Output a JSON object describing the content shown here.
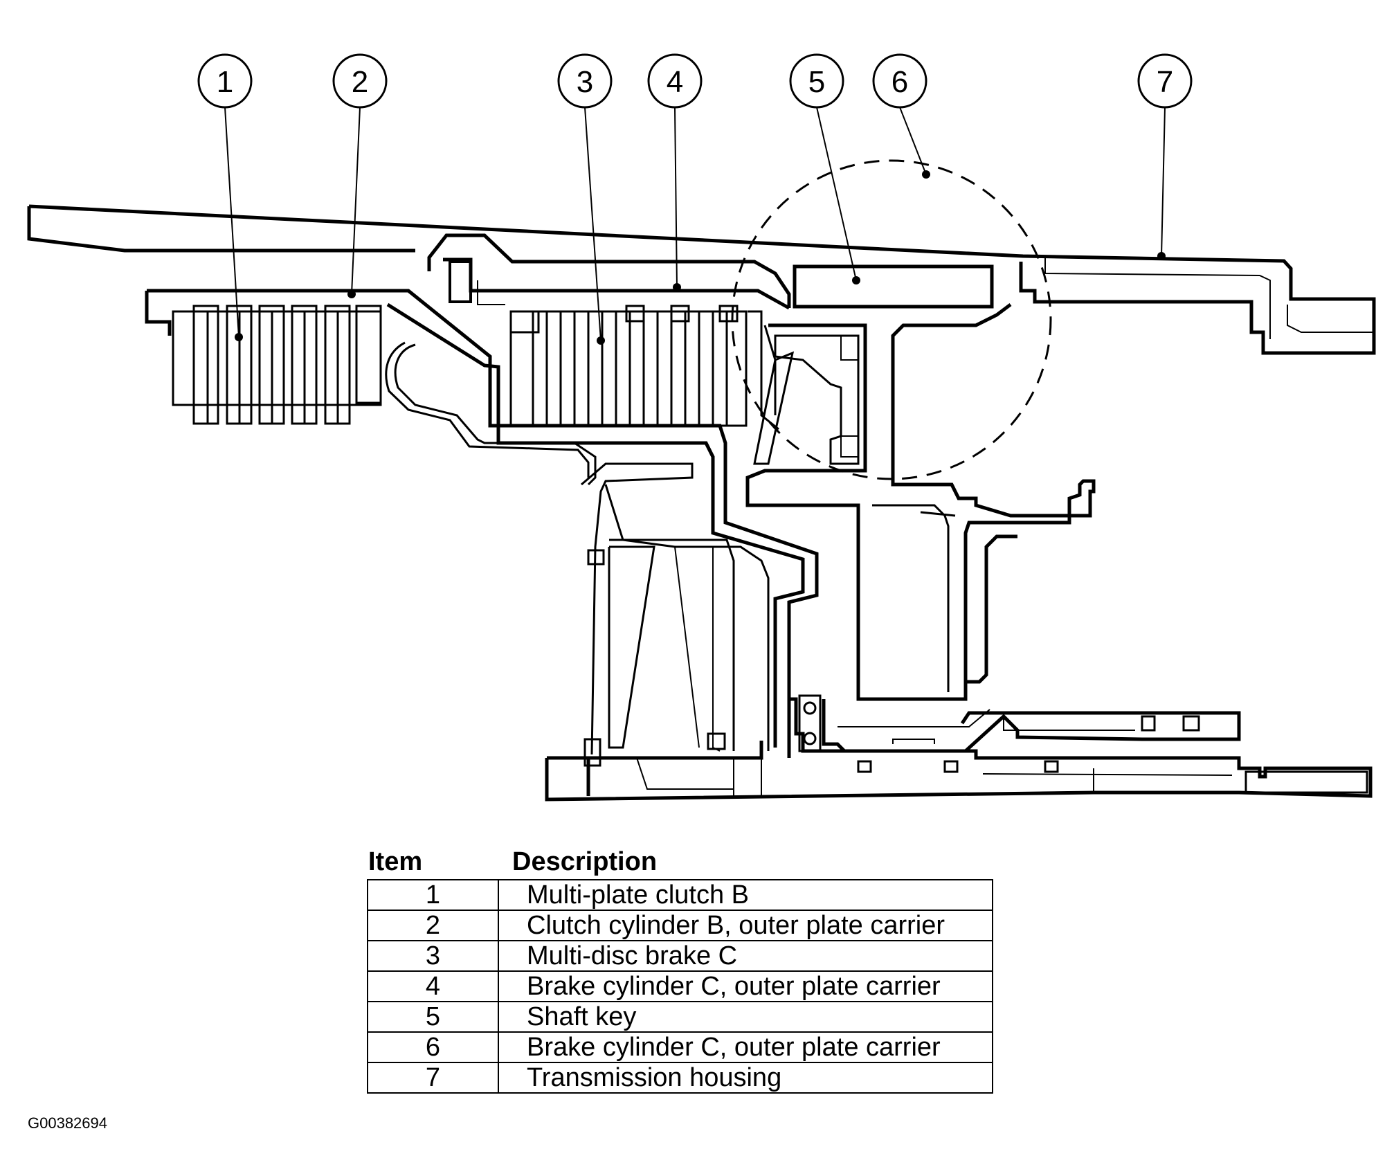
{
  "callouts": [
    "1",
    "2",
    "3",
    "4",
    "5",
    "6",
    "7"
  ],
  "legend": {
    "item_header": "Item",
    "description_header": "Description",
    "rows": [
      {
        "item": "1",
        "description": "Multi-plate clutch B"
      },
      {
        "item": "2",
        "description": "Clutch cylinder B, outer plate carrier"
      },
      {
        "item": "3",
        "description": "Multi-disc brake C"
      },
      {
        "item": "4",
        "description": "Brake cylinder C, outer plate carrier"
      },
      {
        "item": "5",
        "description": "Shaft key"
      },
      {
        "item": "6",
        "description": "Brake cylinder C, outer plate carrier"
      },
      {
        "item": "7",
        "description": "Transmission housing"
      }
    ]
  },
  "figure_id": "G00382694"
}
